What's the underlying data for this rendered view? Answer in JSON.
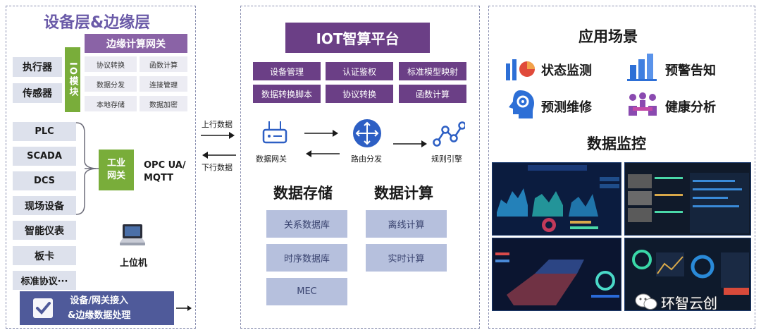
{
  "left": {
    "title": "设备层&边缘层",
    "gateway_title": "边缘计算网关",
    "io_module": "IO模块",
    "devices_top": [
      "执行器",
      "传感器"
    ],
    "gateway_cells": [
      "协议转换",
      "函数计算",
      "数据分发",
      "连接管理",
      "本地存储",
      "数据加密"
    ],
    "industrial_devices": [
      "PLC",
      "SCADA",
      "DCS",
      "现场设备"
    ],
    "industrial_gateway": "工业网关",
    "opc_label": "OPC UA/\nMQTT",
    "other_devices": [
      "智能仪表",
      "板卡",
      "标准协议···"
    ],
    "host_label": "上位机",
    "footer": "设备/网关接入\n&边缘数据处理"
  },
  "arrows": {
    "up_label": "上行数据",
    "down_label": "下行数据"
  },
  "middle": {
    "title": "IOT智算平台",
    "features": [
      "设备管理",
      "认证鉴权",
      "标准模型映射",
      "数据转换脚本",
      "协议转换",
      "函数计算"
    ],
    "flow": [
      "数据网关",
      "路由分发",
      "规则引擎"
    ],
    "storage_title": "数据存储",
    "compute_title": "数据计算",
    "storage": [
      "关系数据库",
      "时序数据库",
      "MEC"
    ],
    "compute": [
      "离线计算",
      "实时计算"
    ]
  },
  "right": {
    "apps_title": "应用场景",
    "apps": [
      {
        "label": "状态监测",
        "icon": "chart-monitor-icon"
      },
      {
        "label": "预警告知",
        "icon": "alert-bars-icon"
      },
      {
        "label": "预测维修",
        "icon": "gear-head-icon"
      },
      {
        "label": "健康分析",
        "icon": "team-meeting-icon"
      }
    ],
    "monitor_title": "数据监控",
    "watermark": "环智云创"
  },
  "colors": {
    "purple": "#6b3f86",
    "green": "#79ad3a",
    "gray_box": "#dde1ec",
    "blue_box": "#b6c0dd",
    "footer": "#4f5a9a",
    "title_purple": "#6a5aa8"
  }
}
